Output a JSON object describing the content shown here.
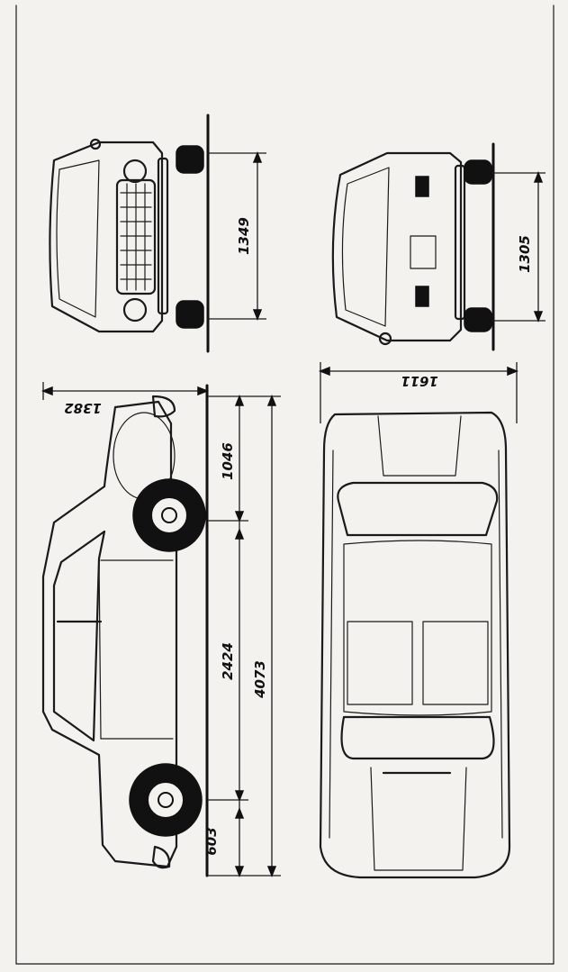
{
  "dimensions": {
    "front_height": "1349",
    "rear_height": "1305",
    "track_width": "1611",
    "side_height": "1382",
    "front_overhang": "1046",
    "wheelbase": "2424",
    "overall_length": "4073",
    "rear_overhang": "603"
  },
  "colors": {
    "paper": "#f3f2ee",
    "ink": "#1a1a1a"
  }
}
